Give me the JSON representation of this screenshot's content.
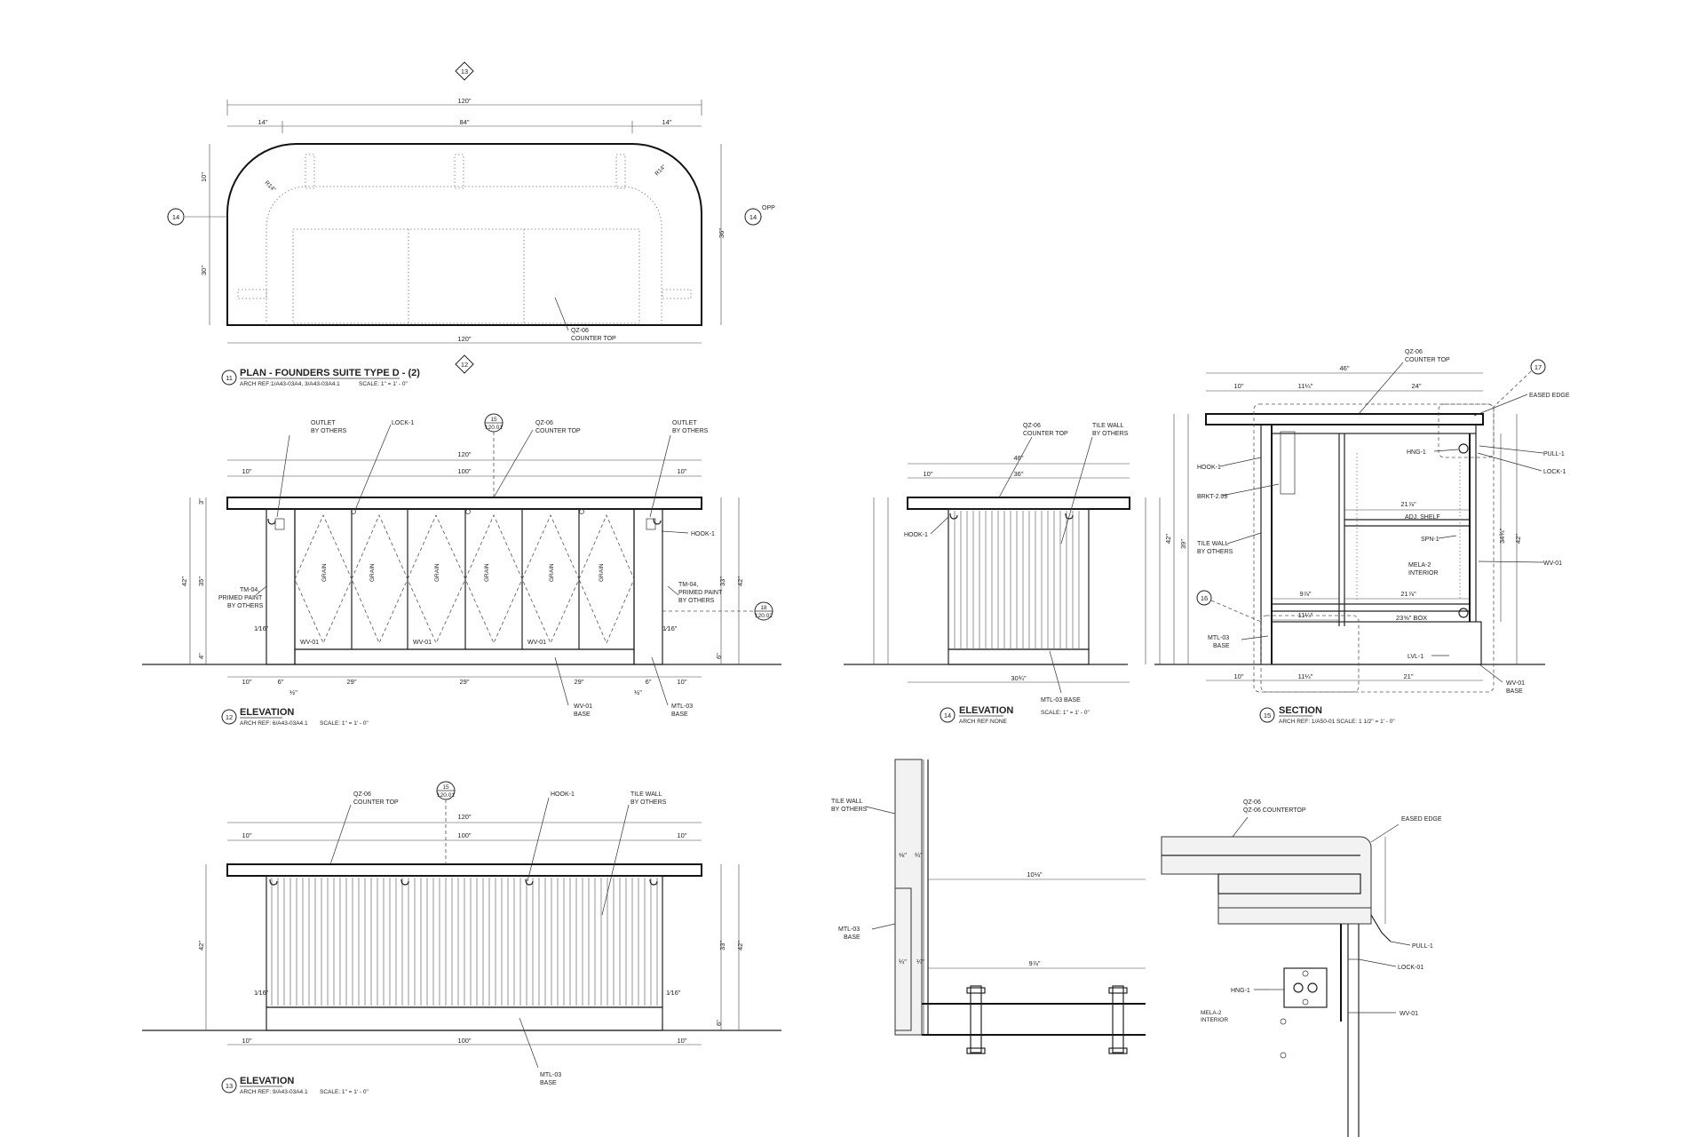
{
  "plan": {
    "title": "PLAN - FOUNDERS SUITE TYPE D - (2)",
    "ref": "ARCH REF:1/A43-03A4, 3/A43-03A4.1",
    "scale": "SCALE: 1\" = 1' - 0\"",
    "number": "11",
    "tag_top": "13",
    "tag_left": "14",
    "tag_right": "14",
    "tag_right_note": "OPP",
    "tag_bottom": "12",
    "dim_overall_top": "120\"",
    "dim_overall_bottom": "120\"",
    "dim_a": "14\"",
    "dim_b": "84\"",
    "dim_c": "14\"",
    "dim_side_1": "10\"",
    "dim_side_2": "30\"",
    "dim_side_3": "36\"",
    "radius_l": "R14\"",
    "radius_r": "R14\"",
    "callout": "QZ-06 COUNTER TOP"
  },
  "elev12": {
    "title": "ELEVATION",
    "ref": "ARCH REF:   6/A43-03A4.1",
    "scale": "SCALE: 1\" = 1' - 0\"",
    "number": "12",
    "tag_top": "15",
    "tag_top_sub": "120.01",
    "tag_right": "18",
    "tag_right_sub": "120.02",
    "outlet_l": "OUTLET BY OTHERS",
    "lock": "LOCK-1",
    "counter": "QZ-06 COUNTER TOP",
    "outlet_r": "OUTLET BY OTHERS",
    "hook": "HOOK-1",
    "tm_l": "TM-04, PRIMED PAINT BY OTHERS",
    "tm_r": "TM-04, PRIMED PAINT BY OTHERS",
    "wv_base": "WV-01 BASE",
    "mtl_base": "MTL-03 BASE",
    "panel_label": "WV-01",
    "grain": "GRAIN",
    "dim_overall": "120\"",
    "dim_inner": "100\"",
    "dim_end": "10\"",
    "dim_42": "42\"",
    "dim_35": "35\"",
    "dim_33": "33\"",
    "dim_3": "3\"",
    "dim_4": "4\"",
    "dim_6": "6\"",
    "dim_half": "½\"",
    "dim_sixteenth": "1⁄16\"",
    "dim_bays": [
      "10\"",
      "6\"",
      "29\"",
      "29\"",
      "29\"",
      "6\"",
      "10\""
    ]
  },
  "elev14": {
    "title": "ELEVATION",
    "ref": "ARCH REF:NONE",
    "scale": "SCALE: 1\" = 1' - 0\"",
    "number": "14",
    "counter": "QZ-06 COUNTER TOP",
    "tile": "TILE WALL BY OTHERS",
    "hook": "HOOK-1",
    "base": "MTL-03 BASE",
    "dim_46": "46\"",
    "dim_l": "10\"",
    "dim_r": "36\"",
    "dim_bot": "30¾\""
  },
  "section": {
    "title": "SECTION",
    "ref": "ARCH REF:   1/A50-01 SCALE: 1 1/2\" = 1' - 0\"",
    "number": "15",
    "detail_a": "17",
    "detail_b": "16",
    "counter": "QZ-06 COUNTER TOP",
    "eased": "EASED EDGE",
    "pull": "PULL-1",
    "lock": "LOCK-1",
    "hng": "HNG-1",
    "hook": "HOOK-1",
    "brkt": "BRKT-2.09",
    "tile": "TILE WALL BY OTHERS",
    "adj": "ADJ. SHELF",
    "spn": "SPN-1",
    "mela": "MELA-2 INTERIOR",
    "wv": "WV-01",
    "mtl": "MTL-03 BASE",
    "lvl": "LVL-1",
    "wv_base": "WV-01 BASE",
    "box": "23⅝\" BOX",
    "dim_46": "46\"",
    "dim_10": "10\"",
    "dim_11": "11¼\"",
    "dim_24": "24\"",
    "dim_21a": "21⅞\"",
    "dim_21b": "21⅞\"",
    "dim_9": "9⅞\"",
    "dim_21": "21\"",
    "dim_42": "42\"",
    "dim_39": "39\"",
    "dim_34": "34¾\""
  },
  "elev13": {
    "title": "ELEVATION",
    "ref": "ARCH REF:   9/A43-03A4.1",
    "scale": "SCALE: 1\" = 1' - 0\"",
    "number": "13",
    "tag_top": "15",
    "tag_top_sub": "120.01",
    "counter": "QZ-06 COUNTER TOP",
    "hook": "HOOK-1",
    "tile": "TILE WALL BY OTHERS",
    "base": "MTL-03 BASE",
    "dim_overall": "120\"",
    "dim_inner": "100\"",
    "dim_end": "10\"",
    "dim_42": "42\"",
    "dim_33": "33\"",
    "dim_6": "6\"",
    "dim_sixteenth": "1⁄16\""
  },
  "detail16": {
    "tile": "TILE WALL BY OTHERS",
    "mtl": "MTL-03 BASE",
    "dim_10": "10⅛\"",
    "dim_9": "9⅞\"",
    "dim_eighth": "⅛\"",
    "dim_quarter": "¼\""
  },
  "detail17": {
    "counter": "QZ-06 COUNTERTOP",
    "eased": "EASED EDGE",
    "pull": "PULL-1",
    "lock": "LOCK-01",
    "hng": "HNG-1",
    "wv": "WV-01",
    "mela": "MELA-2 INTERIOR"
  }
}
